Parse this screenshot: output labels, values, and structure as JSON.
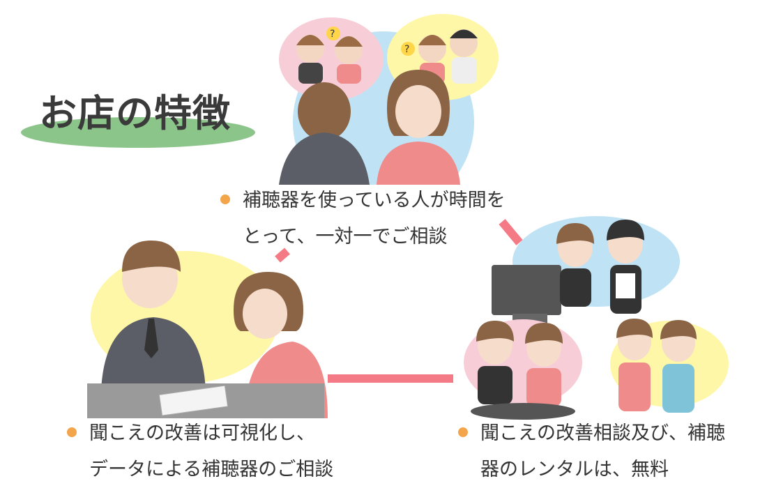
{
  "title": "お店の特徴",
  "features": [
    {
      "line1": "補聴器を使っている人が時間を",
      "line2": "とって、一対一でご相談"
    },
    {
      "line1": "聞こえの改善は可視化し、",
      "line2": "データによる補聴器のご相談"
    },
    {
      "line1": "聞こえの改善相談及び、補聴",
      "line2": "器のレンタルは、無料"
    }
  ],
  "colors": {
    "accent_pink": "#f47b86",
    "bullet": "#f2a54a",
    "title_underline": "#8cc58a",
    "bubble_pink": "#f7cdd8",
    "bubble_yellow": "#fff7a8",
    "bubble_blue": "#bfe3f5"
  }
}
